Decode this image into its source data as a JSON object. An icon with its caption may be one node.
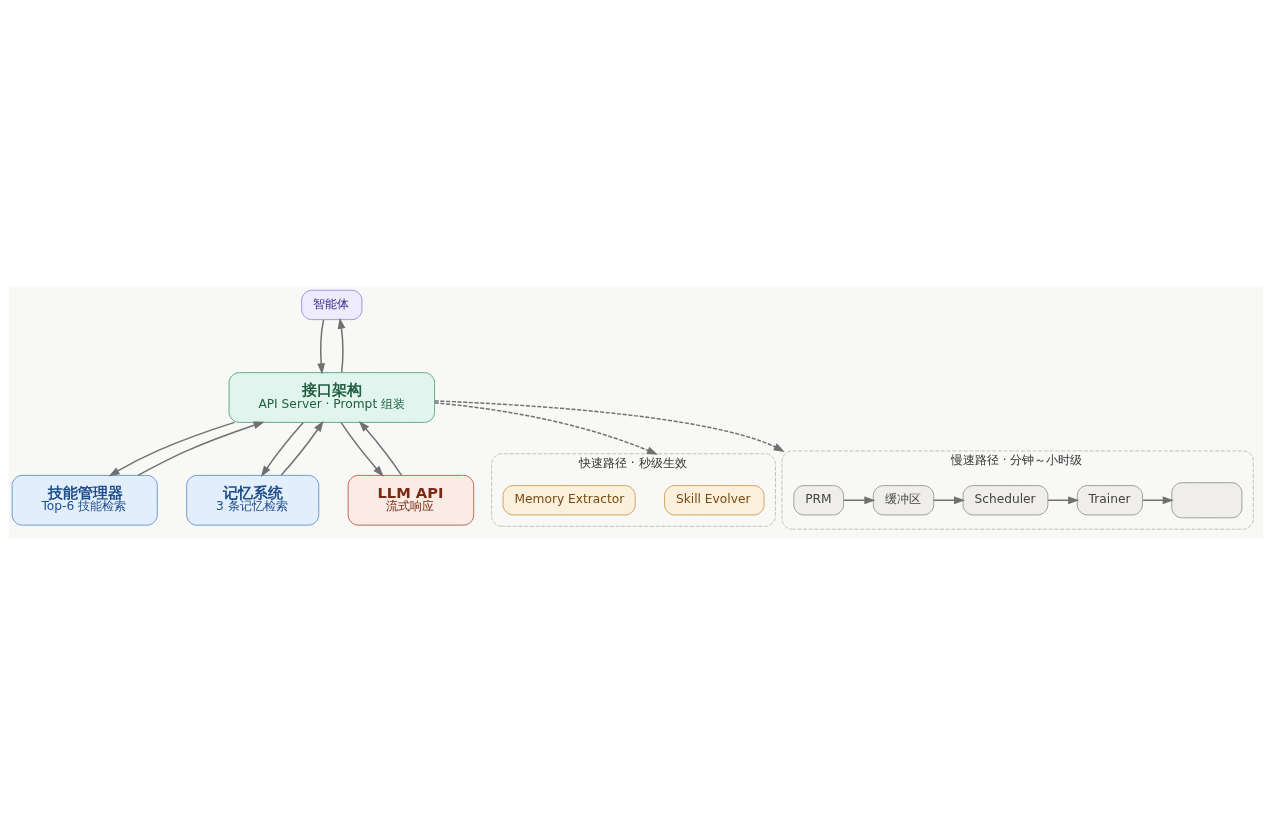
{
  "diagram": {
    "nodes": [
      {
        "text": [
          "智能体"
        ]
      },
      {
        "text": [
          "接口架构",
          "API Server · Prompt 组装"
        ]
      },
      {
        "text": [
          "技能管理器",
          "Top-6 技能检索"
        ]
      },
      {
        "text": [
          "记忆系统",
          "3 条记忆检索"
        ]
      },
      {
        "text": [
          "LLM API",
          "流式响应"
        ]
      },
      {
        "text": [
          "快速路径 · 秒级生效"
        ]
      },
      {
        "text": [
          "Skill Evolver"
        ],
        "in": 5
      },
      {
        "text": [
          "Memory Extractor"
        ],
        "in": 5
      },
      {
        "text": [
          "慢速路径 · 分钟～小时级"
        ]
      },
      {
        "text": [
          "PRM"
        ],
        "in": 8
      },
      {
        "text": [
          "缓冲区"
        ],
        "in": 8
      },
      {
        "text": [
          "Scheduler"
        ],
        "in": 8
      },
      {
        "text": [
          "Trainer"
        ],
        "in": 8
      },
      {
        "text": [],
        "shape": "box",
        "in": 8
      }
    ],
    "edges": [
      {
        "from": 0,
        "to": 1,
        "arrow": "to"
      },
      {
        "from": 1,
        "to": 0,
        "arrow": "to"
      },
      {
        "from": 1,
        "to": 2,
        "arrow": "to"
      },
      {
        "from": 2,
        "to": 1,
        "arrow": "to"
      },
      {
        "from": 1,
        "to": 3,
        "arrow": "to"
      },
      {
        "from": 3,
        "to": 1,
        "arrow": "to"
      },
      {
        "from": 1,
        "to": 4,
        "arrow": "to"
      },
      {
        "from": 4,
        "to": 1,
        "arrow": "to"
      },
      {
        "from": 1,
        "to": 5,
        "arrow": "to",
        "style": "dashed"
      },
      {
        "from": 1,
        "to": 8,
        "arrow": "to",
        "style": "dashed"
      },
      {
        "from": 9,
        "to": 10,
        "arrow": "to"
      },
      {
        "from": 10,
        "to": 11,
        "arrow": "to"
      },
      {
        "from": 11,
        "to": 12,
        "arrow": "to"
      },
      {
        "from": 12,
        "to": 13,
        "arrow": "to"
      }
    ]
  }
}
